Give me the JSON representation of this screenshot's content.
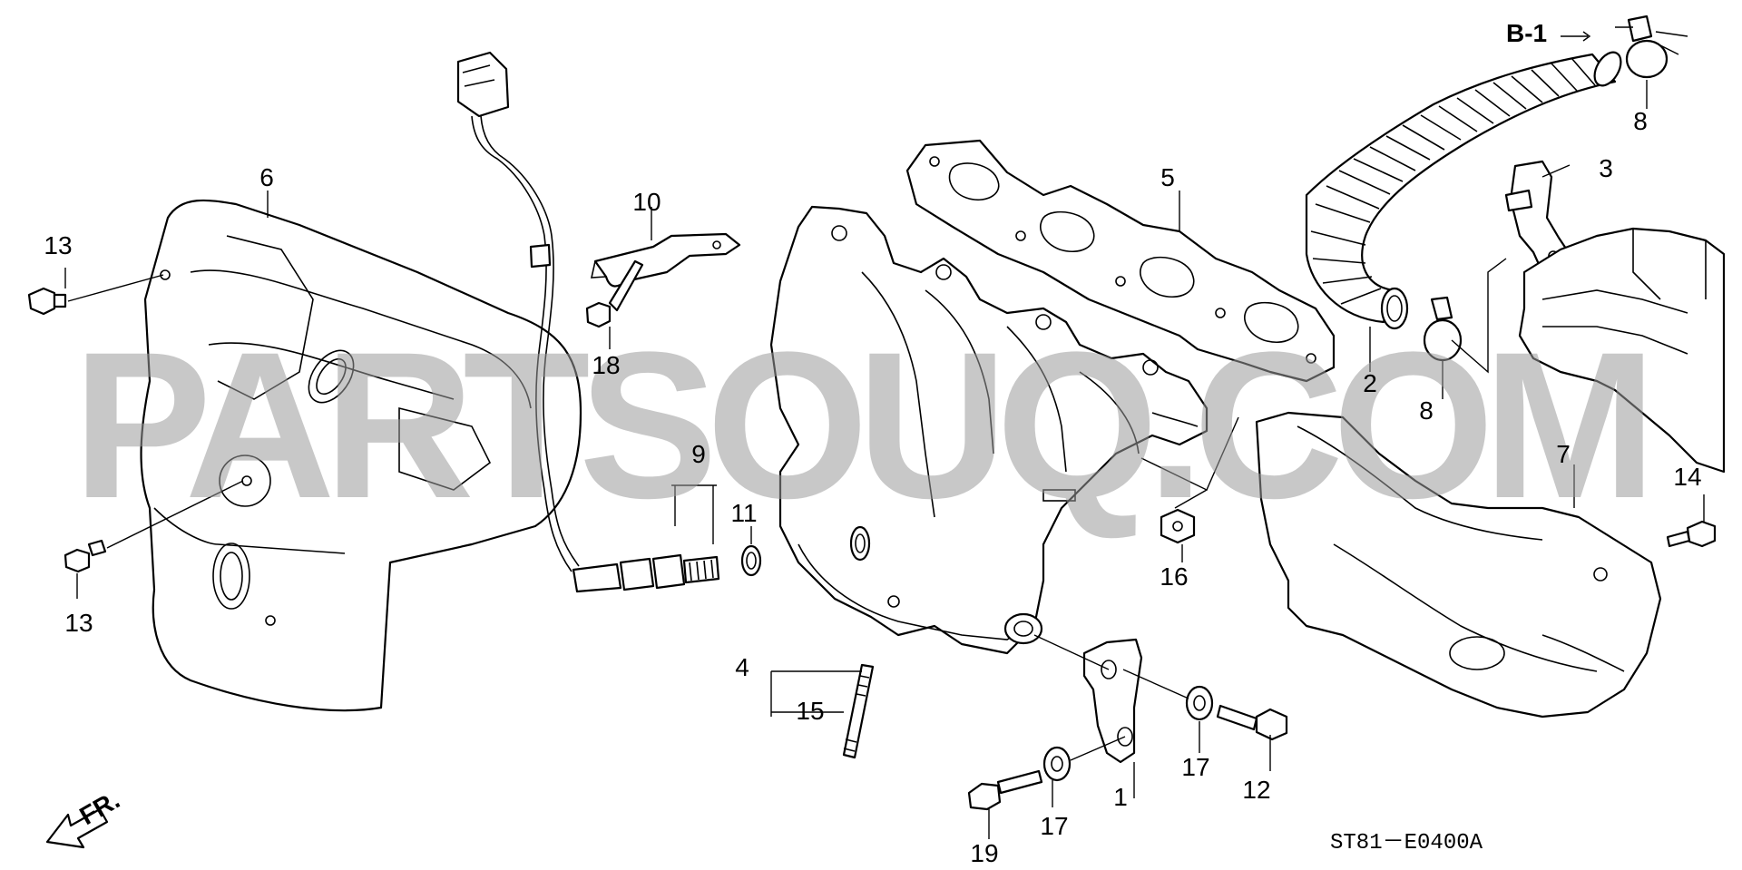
{
  "diagram": {
    "code": "ST81－E0400A",
    "ref_label": "B-1",
    "front_label": "FR.",
    "watermark": "PARTSOUQ.COM",
    "callouts": [
      {
        "id": "c1",
        "label": "1"
      },
      {
        "id": "c2",
        "label": "2"
      },
      {
        "id": "c3",
        "label": "3"
      },
      {
        "id": "c4",
        "label": "4"
      },
      {
        "id": "c5",
        "label": "5"
      },
      {
        "id": "c6",
        "label": "6"
      },
      {
        "id": "c7",
        "label": "7"
      },
      {
        "id": "c8a",
        "label": "8"
      },
      {
        "id": "c8b",
        "label": "8"
      },
      {
        "id": "c9",
        "label": "9"
      },
      {
        "id": "c10",
        "label": "10"
      },
      {
        "id": "c11",
        "label": "11"
      },
      {
        "id": "c12",
        "label": "12"
      },
      {
        "id": "c13a",
        "label": "13"
      },
      {
        "id": "c13b",
        "label": "13"
      },
      {
        "id": "c14",
        "label": "14"
      },
      {
        "id": "c15",
        "label": "15"
      },
      {
        "id": "c16",
        "label": "16"
      },
      {
        "id": "c17a",
        "label": "17"
      },
      {
        "id": "c17b",
        "label": "17"
      },
      {
        "id": "c18",
        "label": "18"
      },
      {
        "id": "c19",
        "label": "19"
      }
    ]
  }
}
